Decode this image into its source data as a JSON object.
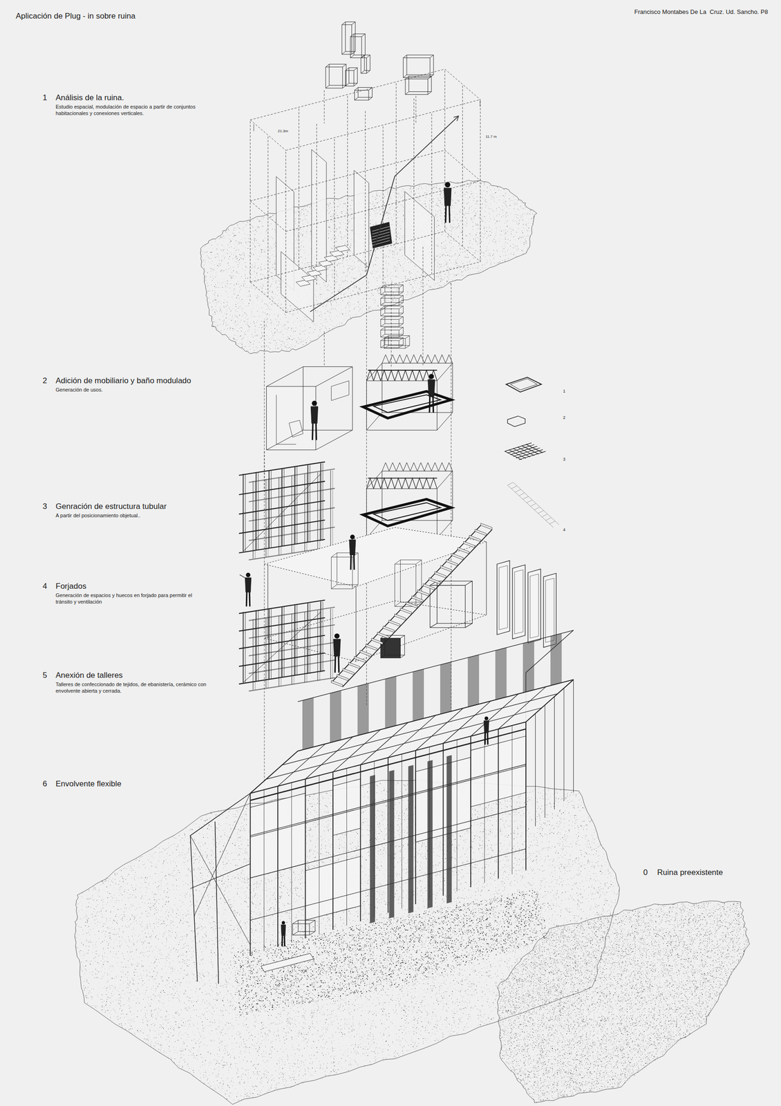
{
  "diagram": {
    "title": "Aplicación de Plug - in sobre ruina",
    "labels": [
      "Francisco Montabes De La  Cruz. Ud. Sancho. P8",
      "1",
      "Análisis de la ruina.",
      "Estudio espacial, modulación de espacio a partir de conjuntos habitacionales y conexiones verticales.",
      "21.3m",
      "11.7 m",
      "2",
      "Adición de mobiliario y baño modulado",
      "Generación de usos.",
      "1",
      "2",
      "3",
      "4",
      "3",
      "Genración de estructura tubular",
      "A partir del posicionamiento objetual..",
      "4",
      "Forjados",
      "Generación de espacios y huecos en forjado para permitir el tránsito y ventilación",
      "5",
      "Anexión de talleres",
      "Talleres de confeccionado de tejidos, de ebanistería, cerámico con envolvente abierta y cerrada.",
      "6",
      "Envolvente flexible",
      "0",
      "Ruina preexistente"
    ]
  }
}
